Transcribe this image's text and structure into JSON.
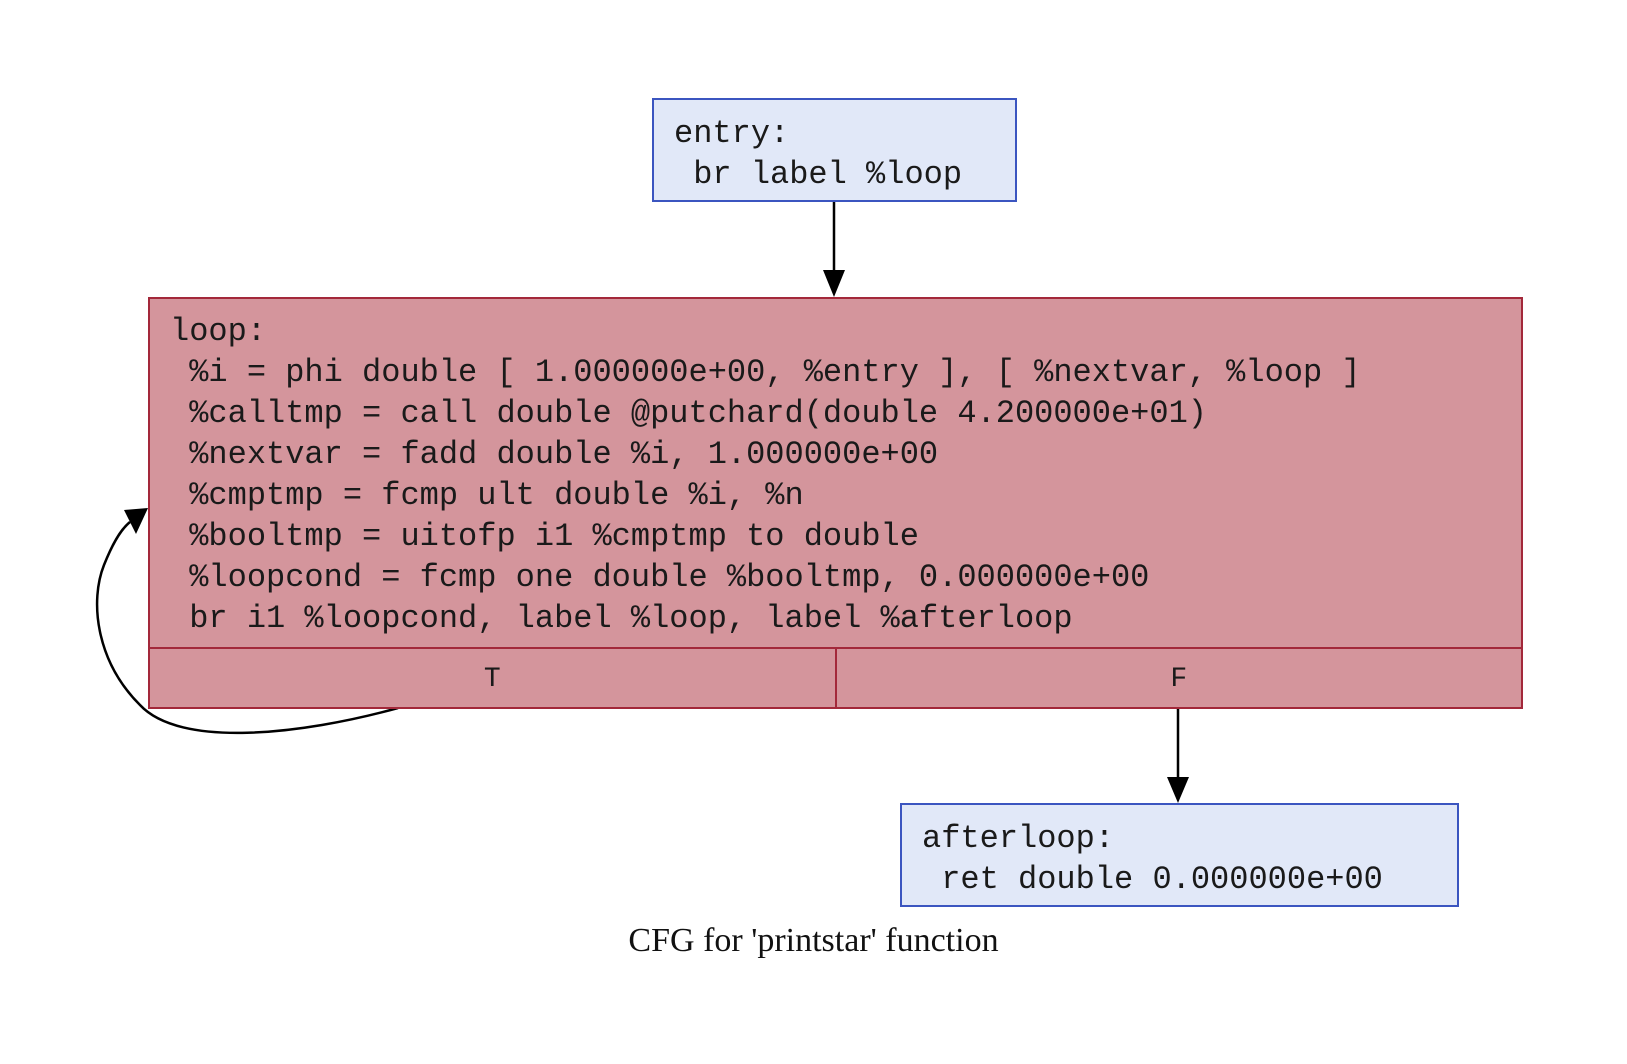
{
  "nodes": {
    "entry": {
      "lines": [
        "entry:",
        " br label %loop"
      ]
    },
    "loop": {
      "lines": [
        "loop:",
        " %i = phi double [ 1.000000e+00, %entry ], [ %nextvar, %loop ]",
        " %calltmp = call double @putchard(double 4.200000e+01)",
        " %nextvar = fadd double %i, 1.000000e+00",
        " %cmptmp = fcmp ult double %i, %n",
        " %booltmp = uitofp i1 %cmptmp to double",
        " %loopcond = fcmp one double %booltmp, 0.000000e+00",
        " br i1 %loopcond, label %loop, label %afterloop"
      ],
      "ports": [
        "T",
        "F"
      ]
    },
    "afterloop": {
      "lines": [
        "afterloop:",
        " ret double 0.000000e+00"
      ]
    }
  },
  "edges": [
    {
      "from": "entry",
      "to": "loop"
    },
    {
      "from": "loop:T",
      "to": "loop"
    },
    {
      "from": "loop:F",
      "to": "afterloop"
    }
  ],
  "caption": "CFG for 'printstar' function",
  "colors": {
    "block_fill": "#e1e8f8",
    "block_border": "#3b55c0",
    "hot_fill": "#d4959c",
    "hot_border": "#a3283a",
    "edge": "#000000"
  }
}
